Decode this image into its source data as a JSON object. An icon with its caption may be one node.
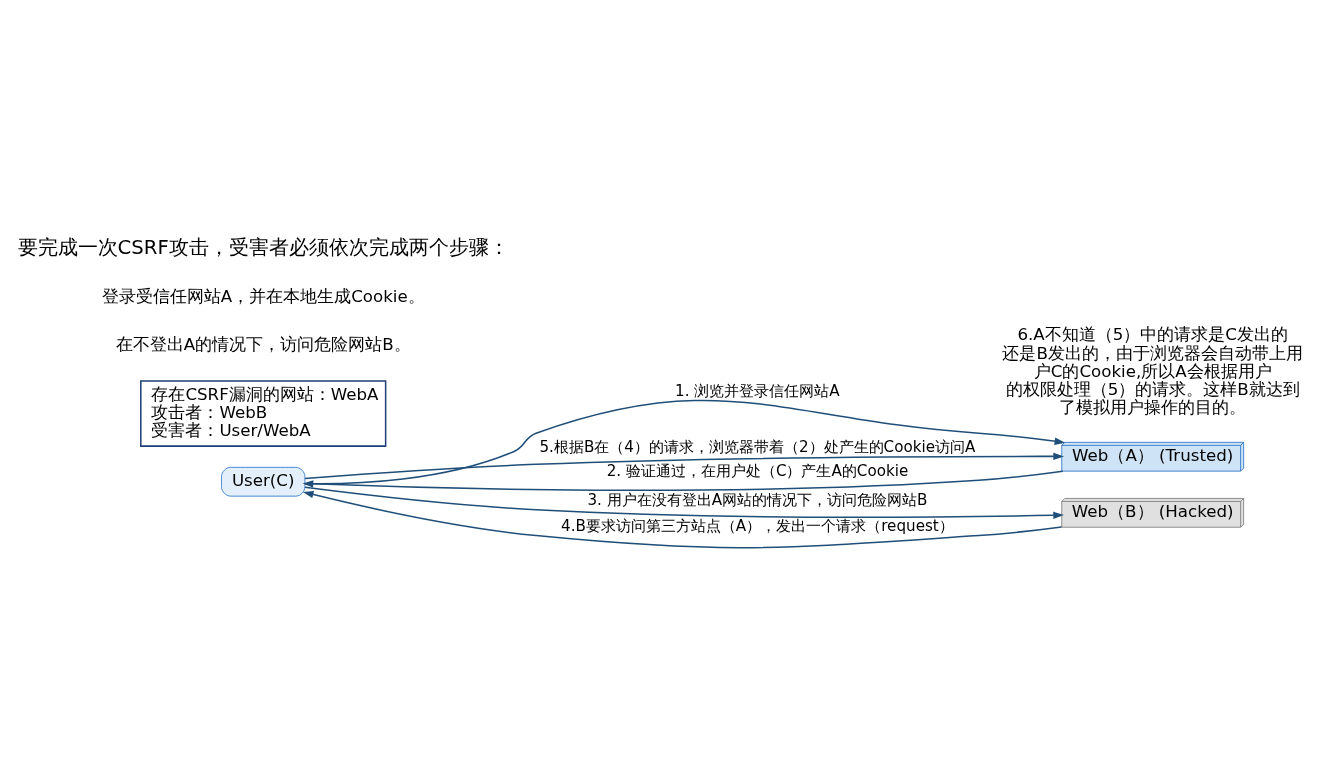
{
  "diagram": {
    "nodes": [
      {
        "text": [
          "User(C)"
        ]
      },
      {
        "text": [
          "Web（A） (Trusted)"
        ]
      },
      {
        "text": [
          "Web（B） (Hacked)"
        ]
      },
      {
        "text": [
          "存在CSRF漏洞的网站：WebA",
          "攻击者：WebB",
          "受害者：User/WebA"
        ]
      }
    ],
    "edges": [
      {
        "from": 0,
        "to": 1,
        "arrow": "to",
        "label": "1. 浏览并登录信任网站A"
      },
      {
        "from": 1,
        "to": 0,
        "arrow": "to",
        "label": "2. 验证通过，在用户处（C）产生A的Cookie"
      },
      {
        "from": 0,
        "to": 1,
        "arrow": "to",
        "label": "5.根据B在（4）的请求，浏览器带着（2）处产生的Cookie访问A"
      },
      {
        "from": 0,
        "to": 2,
        "arrow": "to",
        "label": "3. 用户在没有登出A网站的情况下，访问危险网站B"
      },
      {
        "from": 2,
        "to": 0,
        "arrow": "to",
        "label": "4.B要求访问第三方站点（A），发出一个请求（request）"
      }
    ],
    "labels": [
      "要完成一次CSRF攻击，受害者必须依次完成两个步骤：",
      "登录受信任网站A，并在本地生成Cookie。",
      "在不登出A的情况下，访问危险网站B。",
      "6.A不知道（5）中的请求是C发出的还是B发出的，由于浏览器会自动带上用户C的Cookie,所以A会根据用户的权限处理（5）的请求。这样B就达到了模拟用户操作的目的。"
    ]
  }
}
